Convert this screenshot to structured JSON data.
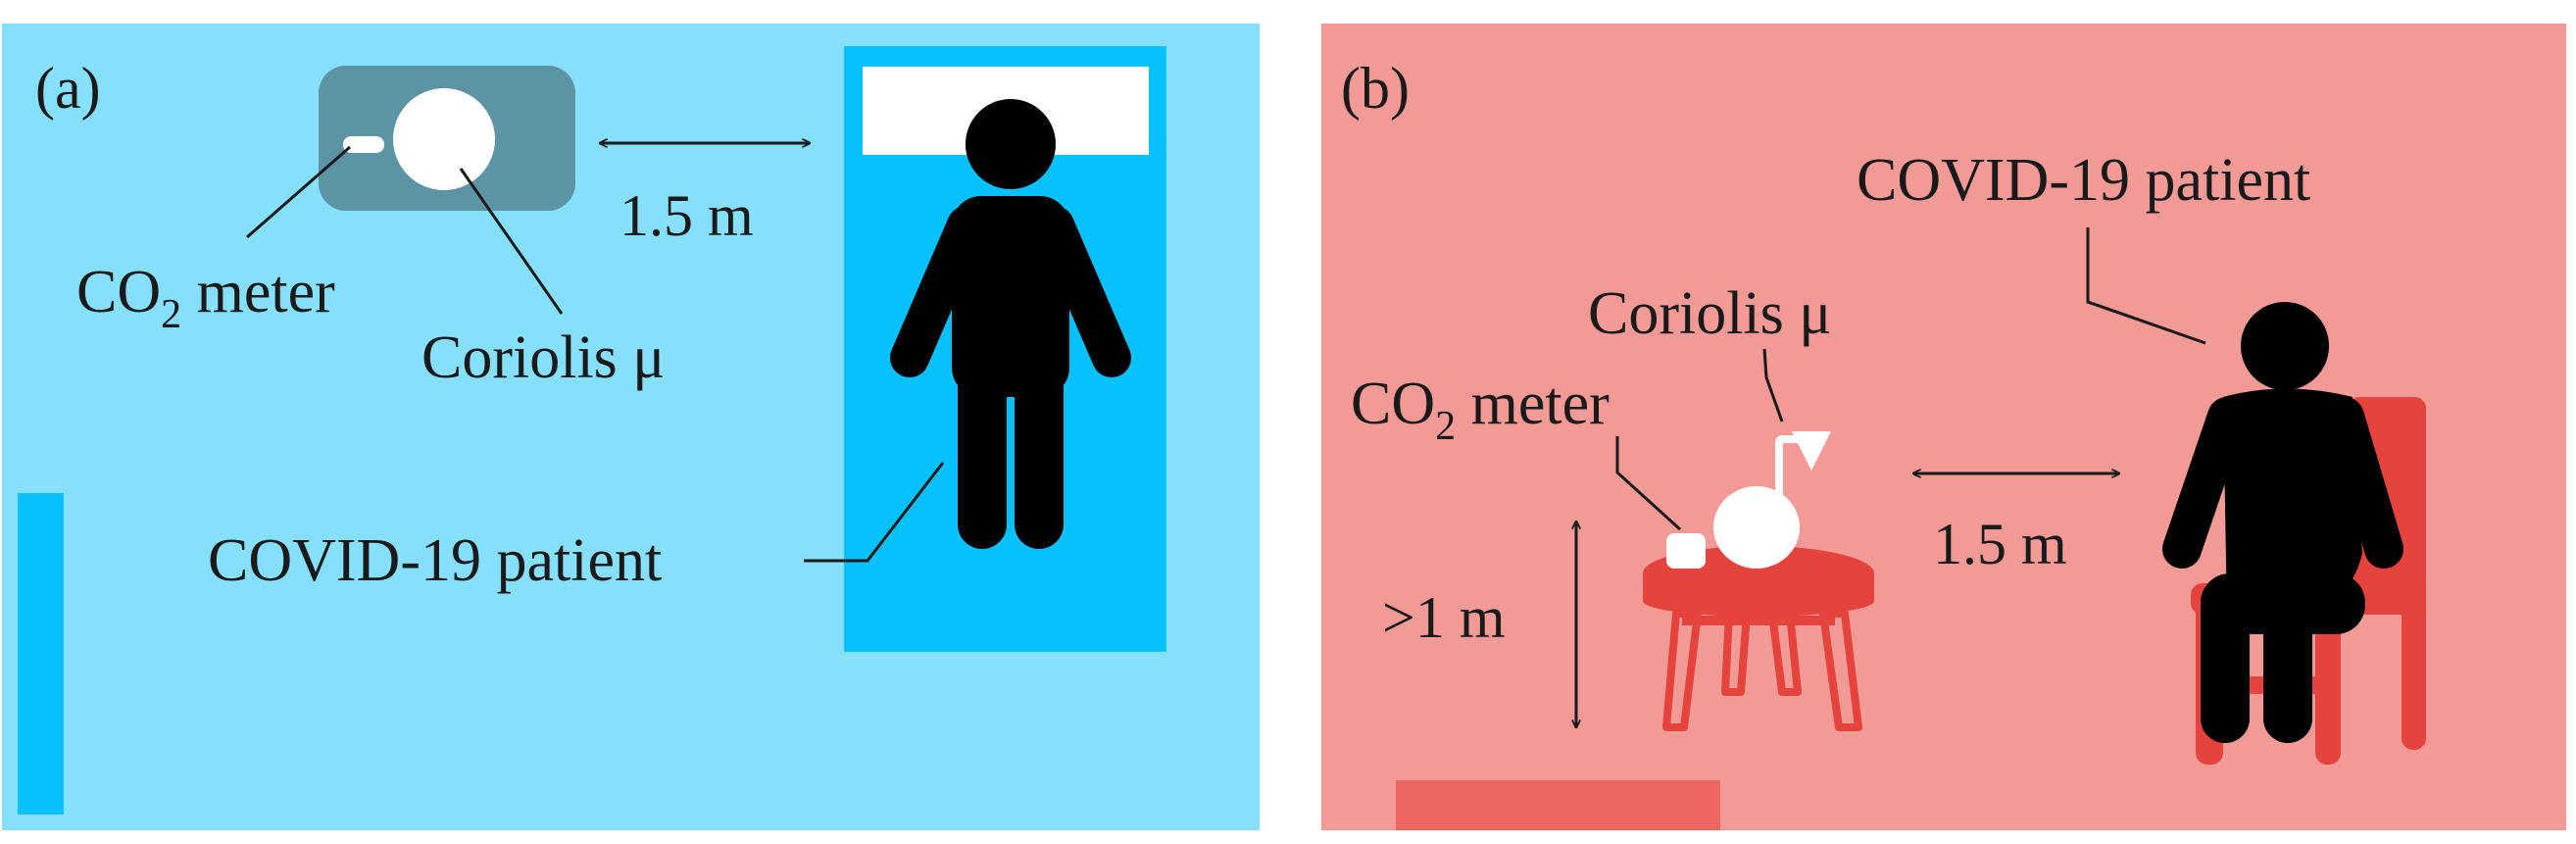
{
  "panels": {
    "a": {
      "label": "(a)",
      "co2_label": {
        "main": "CO",
        "sub": "2",
        "tail": " meter"
      },
      "coriolis_label": "Coriolis μ",
      "distance_label": "1.5 m",
      "patient_label": "COVID-19 patient"
    },
    "b": {
      "label": "(b)",
      "co2_label": {
        "main": "CO",
        "sub": "2",
        "tail": " meter"
      },
      "coriolis_label": "Coriolis μ",
      "distance_label": "1.5 m",
      "height_label": ">1 m",
      "patient_label": "COVID-19 patient"
    }
  },
  "colors": {
    "panel_a_bg": "#86e0fc",
    "panel_a_bed": "#06c1fb",
    "panel_a_device": "#5c94a5",
    "panel_b_bg": "#f19a96",
    "panel_b_furniture": "#e5433d",
    "panel_b_floor_mark": "#ec6760",
    "ink": "#000000",
    "white": "#ffffff"
  }
}
